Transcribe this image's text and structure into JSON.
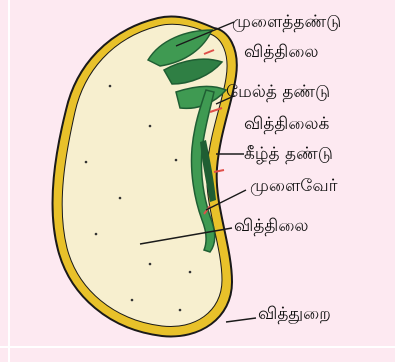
{
  "labels": {
    "plumule": "முளைத்தண்டு",
    "cotyledon_top": "வித்திலை",
    "epicotyl": "மேல்த் தண்டு",
    "cotyledon_node": "வித்திலைக்",
    "hypocotyl": "கீழ்த் தண்டு",
    "radicle": "முளைவேர்",
    "cotyledon": "வித்திலை",
    "seed_coat": "வித்துறை"
  },
  "colors": {
    "background": "#fde9f1",
    "seed_fill": "#f7efcf",
    "seed_coat": "#e8c12a",
    "outline": "#1a1a1a",
    "embryo_green": "#3f9a52",
    "embryo_dark": "#1f5e33",
    "marker_red": "#e0504a"
  }
}
